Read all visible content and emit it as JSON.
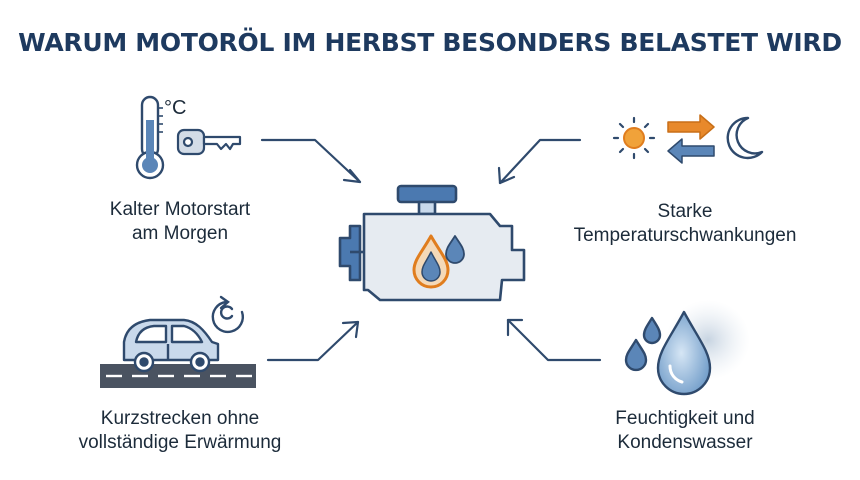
{
  "title": "WARUM MOTORÖL IM HERBST BESONDERS BELASTET WIRD",
  "factors": {
    "cold_start": {
      "line1": "Kalter Motorstart",
      "line2": "am Morgen",
      "icon_unit": "°C"
    },
    "temperature": {
      "line1": "Starke",
      "line2": "Temperaturschwankungen"
    },
    "short_trips": {
      "line1": "Kurzstrecken ohne",
      "line2": "vollständige Erwärmung"
    },
    "humidity": {
      "line1": "Feuchtigkeit und",
      "line2": "Kondenswasser"
    }
  },
  "icons": [
    "thermometer-icon",
    "key-icon",
    "sun-icon",
    "arrows-icon",
    "moon-icon",
    "car-icon",
    "rotate-icon",
    "engine-icon",
    "oil-drop-icon",
    "water-drops-icon"
  ],
  "colors": {
    "navy": "#1e3a5f",
    "steel": "#2f4a6d",
    "light_blue": "#c9d9eb",
    "mid_blue": "#7fa3c9",
    "orange": "#e8892b",
    "engine_body": "#e6ebf1"
  }
}
